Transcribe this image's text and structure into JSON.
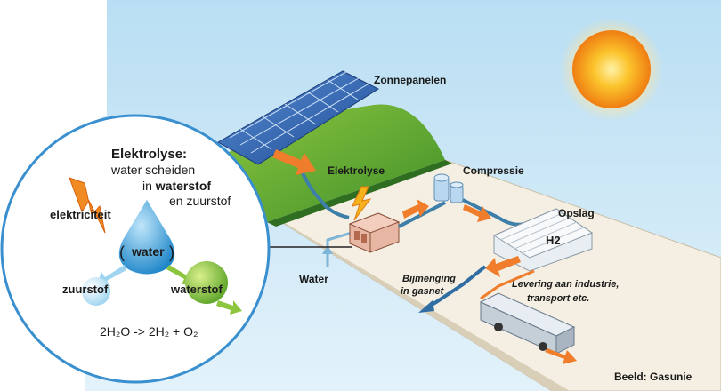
{
  "labels": {
    "zonnepanelen": "Zonnepanelen",
    "elektrolyse": "Elektrolyse",
    "compressie": "Compressie",
    "opslag": "Opslag",
    "h2": "H2",
    "water": "Water",
    "bijmenging_1": "Bijmenging",
    "bijmenging_2": "in gasnet",
    "levering_1": "Levering aan industrie,",
    "levering_2": "transport etc.",
    "credit": "Beeld: Gasunie"
  },
  "inset": {
    "title": "Elektrolyse:",
    "line1": "water scheiden",
    "line2_prefix": "in ",
    "line2_bold": "waterstof",
    "line3": "en zuurstof",
    "elektriciteit": "elektriciteit",
    "water": "water",
    "zuurstof": "zuurstof",
    "waterstof": "waterstof",
    "formula": "2H₂O  -> 2H₂ + O₂"
  },
  "colors": {
    "sky": "#cfe8f6",
    "grass": "#5aa83a",
    "platform": "#f4efe2",
    "pipe": "#3d7fa8",
    "arrow": "#ef7d2b",
    "sun": "#f7a51e",
    "panel": "#2f5fa8",
    "sphere_green": "#8cc63f",
    "drop_blue": "#3aa2dc"
  }
}
